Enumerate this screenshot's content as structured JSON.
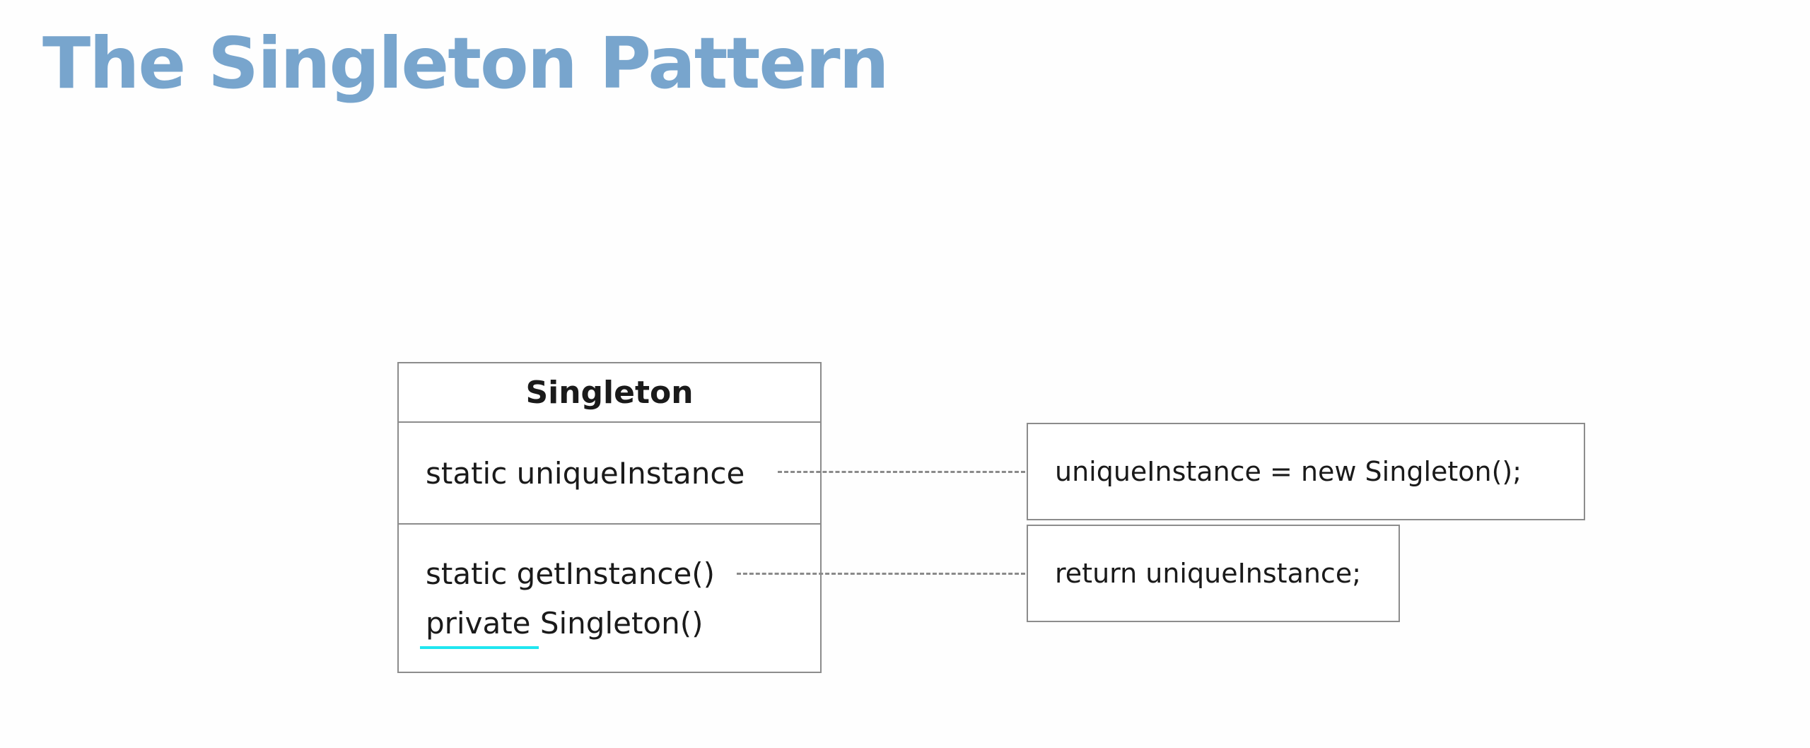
{
  "slide": {
    "title": "The Singleton Pattern",
    "title_color": "#78a5cd"
  },
  "diagram": {
    "class": {
      "name": "Singleton",
      "attributes": [
        "static uniqueInstance"
      ],
      "operations": [
        "static getInstance()",
        "private Singleton()"
      ]
    },
    "notes": {
      "unique_instance": "uniqueInstance = new Singleton();",
      "get_instance": "return uniqueInstance;"
    },
    "highlight": {
      "word": "private",
      "color": "#20e6f0"
    }
  }
}
